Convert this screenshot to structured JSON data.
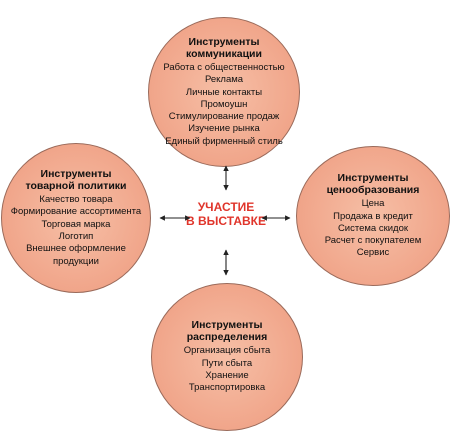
{
  "center": {
    "line1": "УЧАСТИЕ",
    "line2": "В ВЫСТАВКЕ"
  },
  "colors": {
    "circle_fill_inner": "#f6bfa6",
    "circle_fill_outer": "#ee9a7e",
    "circle_border": "#9a6a5a",
    "center_text": "#e0352b",
    "arrow": "#222222"
  },
  "nodes": {
    "communication": {
      "title_line1": "Инструменты",
      "title_line2": "коммуникации",
      "items": [
        "Работа с общественностью",
        "Реклама",
        "Личные контакты",
        "Промоушн",
        "Стимулирование продаж",
        "Изучение рынка",
        "Единый фирменный стиль"
      ]
    },
    "product_policy": {
      "title_line1": "Инструменты",
      "title_line2": "товарной политики",
      "items": [
        "Качество товара",
        "Формирование ассортимента",
        "Торговая марка",
        "Логотип",
        "Внешнее оформление",
        "продукции"
      ]
    },
    "pricing": {
      "title_line1": "Инструменты",
      "title_line2": "ценообразования",
      "items": [
        "Цена",
        "Продажа в кредит",
        "Система скидок",
        "Расчет с покупателем",
        "Сервис"
      ]
    },
    "distribution": {
      "title_line1": "Инструменты распределения",
      "items": [
        "Организация сбыта",
        "Пути сбыта",
        "Хранение",
        "Транспортировка"
      ]
    }
  }
}
